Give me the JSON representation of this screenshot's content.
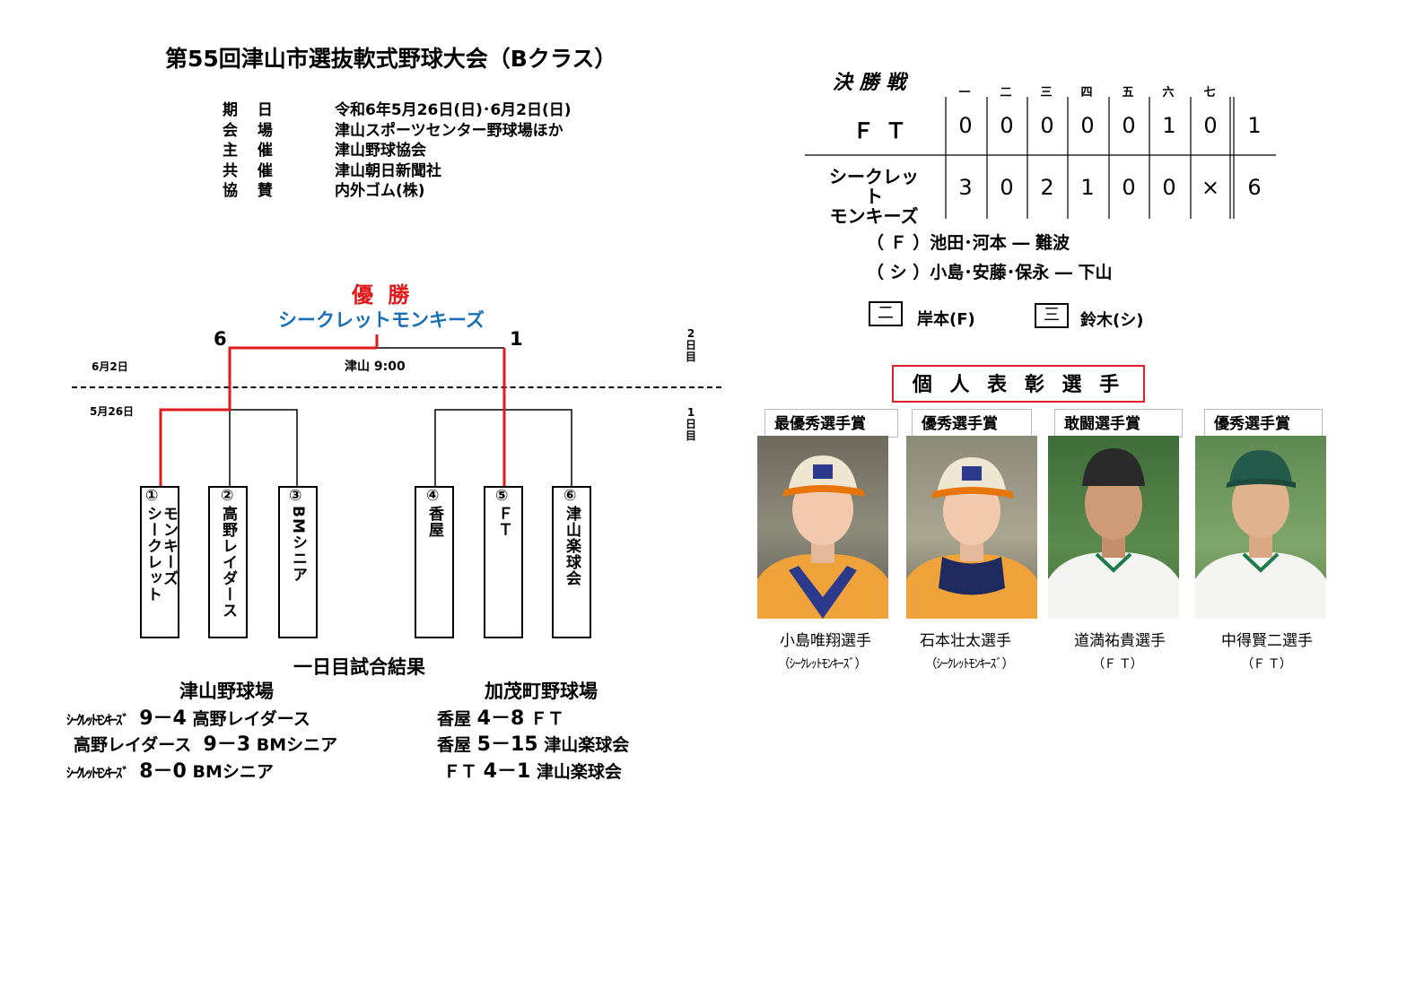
{
  "title": "第55回津山市選抜軟式野球大会（Bクラス）",
  "info": [
    {
      "key": "期 日",
      "value": "令和6年5月26日(日)･6月2日(日)"
    },
    {
      "key": "会 場",
      "value": "津山スポーツセンター野球場ほか"
    },
    {
      "key": "主 催",
      "value": "津山野球協会"
    },
    {
      "key": "共 催",
      "value": "津山朝日新聞社"
    },
    {
      "key": "協 賛",
      "value": "内外ゴム(株)"
    }
  ],
  "bracket": {
    "champion_label": "優 勝",
    "champion_team": "シークレットモンキーズ",
    "final_score_left": "6",
    "final_score_right": "1",
    "final_venue_time": "津山 9:00",
    "date_day2": "6月2日",
    "date_day1": "5月26日",
    "day2_label": [
      "2",
      "日",
      "目"
    ],
    "day1_label": [
      "1",
      "日",
      "目"
    ],
    "teams": [
      {
        "num": "①",
        "col1": "シークレット",
        "col2": "モンキーズ"
      },
      {
        "num": "②",
        "col1": "高野レイダース"
      },
      {
        "num": "③",
        "col1": "BMシニア"
      },
      {
        "num": "④",
        "col1": "香屋"
      },
      {
        "num": "⑤",
        "col1": "ＦＴ"
      },
      {
        "num": "⑥",
        "col1": "津山楽球会"
      }
    ],
    "accent_color": "#e0191b",
    "champion_color": "#1a6fb5"
  },
  "day1_results": {
    "heading": "一日目試合結果",
    "venue_left": "津山野球場",
    "venue_right": "加茂町野球場",
    "left": [
      {
        "team_a": "ｼｰｸﾚｯﾄﾓﾝｷｰｽﾞ",
        "score": "9－4",
        "team_b": "高野レイダース"
      },
      {
        "team_a": "高野レイダース",
        "score": "9－3",
        "team_b": "BMシニア"
      },
      {
        "team_a": "ｼｰｸﾚｯﾄﾓﾝｷｰｽﾞ",
        "score": "8－0",
        "team_b": "BMシニア"
      }
    ],
    "right": [
      {
        "team_a": "香屋",
        "score": "4－8",
        "team_b": "ＦＴ"
      },
      {
        "team_a": "香屋",
        "score": "5－15",
        "team_b": "津山楽球会"
      },
      {
        "team_a": "ＦＴ",
        "score": "4－1",
        "team_b": "津山楽球会"
      }
    ]
  },
  "final": {
    "heading": "決 勝 戦",
    "innings": [
      "一",
      "二",
      "三",
      "四",
      "五",
      "六",
      "七"
    ],
    "rows": [
      {
        "team": "Ｆ Ｔ",
        "scores": [
          "0",
          "0",
          "0",
          "0",
          "0",
          "1",
          "0"
        ],
        "total": "1"
      },
      {
        "team_line1": "シークレット",
        "team_line2": "モンキーズ",
        "scores": [
          "3",
          "0",
          "2",
          "1",
          "0",
          "0",
          "×"
        ],
        "total": "6"
      }
    ],
    "battery": [
      "（ Ｆ ）池田･河本 ― 難波",
      "（ シ ）小島･安藤･保永 ― 下山"
    ],
    "hits": [
      {
        "icon": "二",
        "player": "岸本(F)"
      },
      {
        "icon": "三",
        "player": "鈴木(シ)"
      }
    ]
  },
  "awards": {
    "heading": "個 人 表 彰 選 手",
    "heading_color": "#d9212a",
    "items": [
      {
        "award": "最優秀選手賞",
        "name": "小島唯翔選手",
        "team": "（ｼｰｸﾚｯﾄﾓﾝｷｰｽﾞ）",
        "uniform": "orange"
      },
      {
        "award": "優秀選手賞",
        "name": "石本壮太選手",
        "team": "（ｼｰｸﾚｯﾄﾓﾝｷｰｽﾞ）",
        "uniform": "orange"
      },
      {
        "award": "敢闘選手賞",
        "name": "道満祐貴選手",
        "team": "（Ｆ Ｔ）",
        "uniform": "white"
      },
      {
        "award": "優秀選手賞",
        "name": "中得賢二選手",
        "team": "（Ｆ Ｔ）",
        "uniform": "white"
      }
    ]
  }
}
